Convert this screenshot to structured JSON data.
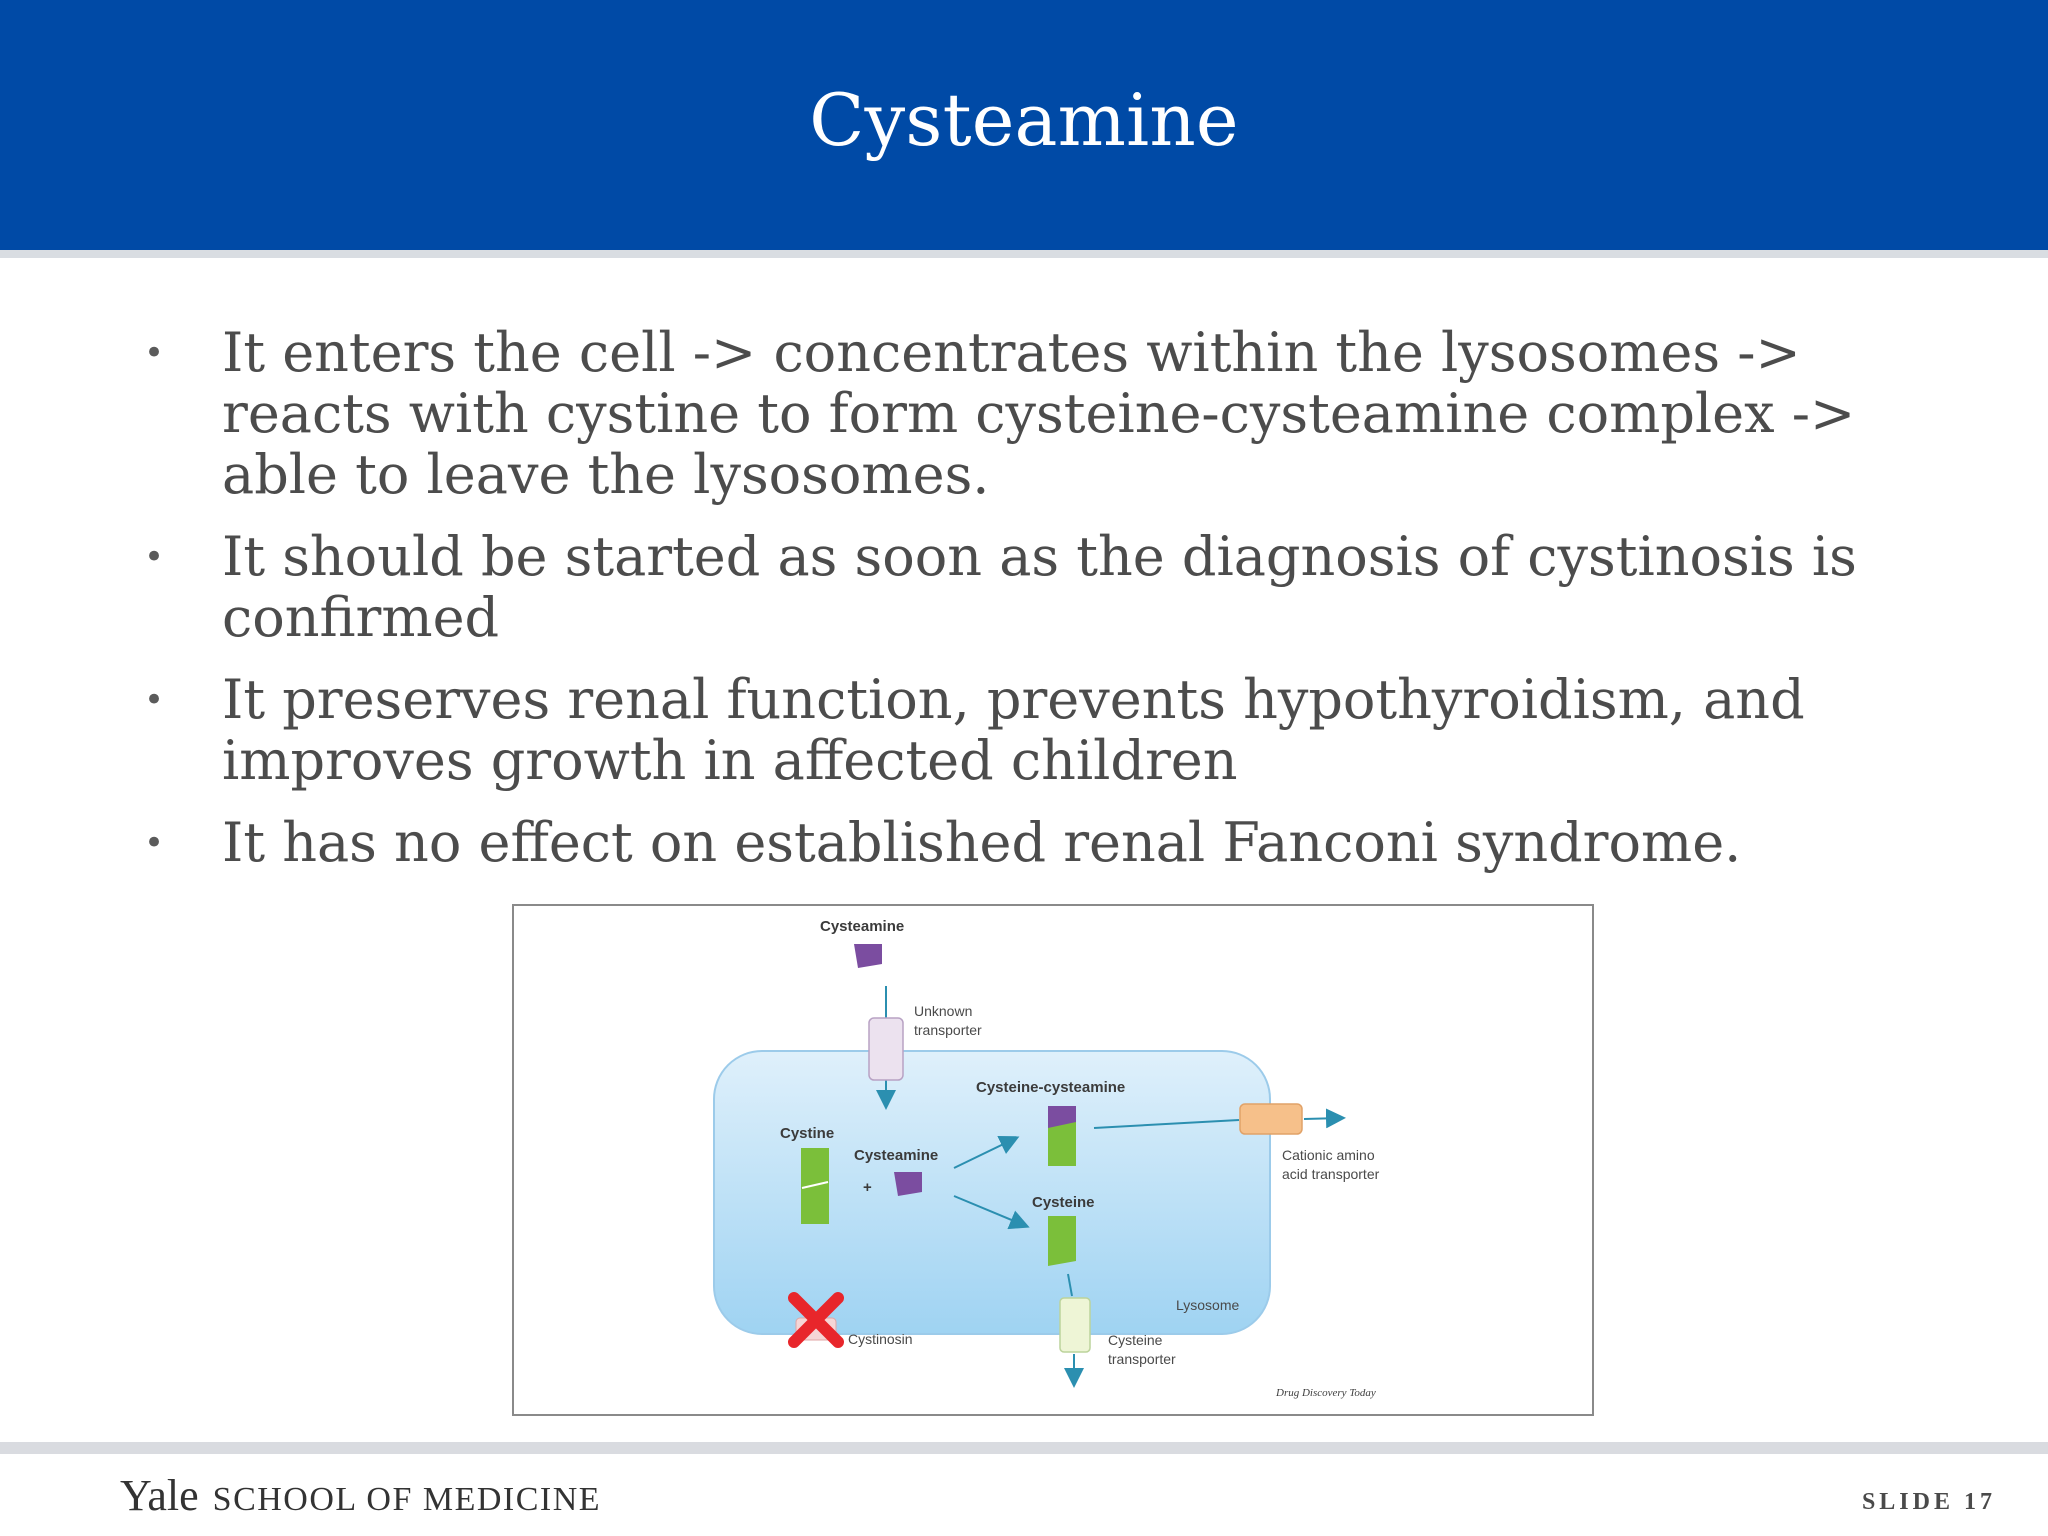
{
  "slide": {
    "title": "Cysteamine",
    "slide_number": "SLIDE 17",
    "bullets": [
      "It enters the cell -> concentrates within the lysosomes -> reacts with cystine to form cysteine-cysteamine complex -> able to leave the lysosomes.",
      "It should be started as soon as the diagnosis of cystinosis is confirmed",
      "It preserves renal function, prevents hypothyroidism, and improves growth in affected children",
      "It has no effect on established renal Fanconi syndrome."
    ],
    "bullet_symbol": "•"
  },
  "diagram": {
    "labels": {
      "cysteamine_outside": "Cysteamine",
      "unknown_transporter_line1": "Unknown",
      "unknown_transporter_line2": "transporter",
      "cysteine_cysteamine": "Cysteine-cysteamine",
      "cystine": "Cystine",
      "cysteamine_inside": "Cysteamine",
      "plus": "+",
      "cysteine": "Cysteine",
      "cationic_line1": "Cationic amino",
      "cationic_line2": "acid transporter",
      "lysosome": "Lysosome",
      "cystinosin": "Cystinosin",
      "cysteine_transporter_line1": "Cysteine",
      "cysteine_transporter_line2": "transporter",
      "credit": "Drug Discovery Today"
    },
    "colors": {
      "lysosome_fill_top": "#dff0fb",
      "lysosome_fill_bottom": "#9fd3f2",
      "arrow": "#2b8fb0",
      "cysteamine_block": "#7b4da0",
      "cystine_block": "#7bbf3a",
      "cationic_transporter": "#f6c08a",
      "unknown_transporter": "#ece2ef",
      "cysteine_transporter": "#eef5d6",
      "cystinosin_x": "#e8262b"
    }
  },
  "footer": {
    "logo_word": "Yale",
    "logo_school": "SCHOOL OF MEDICINE"
  }
}
